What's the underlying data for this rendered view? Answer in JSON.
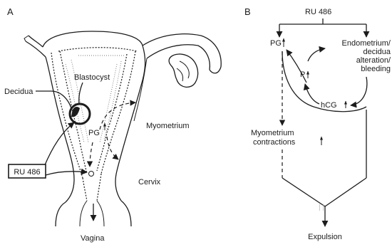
{
  "panel_a": {
    "panel_label": "A",
    "labels": {
      "blastocyst": "Blastocyst",
      "decidua": "Decidua",
      "pg": "PG",
      "myometrium": "Myometrium",
      "ru486": "RU 486",
      "cervix": "Cervix",
      "vagina": "Vagina"
    }
  },
  "panel_b": {
    "panel_label": "B",
    "labels": {
      "ru486": "RU 486",
      "pg": "PG",
      "endometrium_1": "Endometrium/",
      "endometrium_2": "decidua",
      "endometrium_3": "alteration/",
      "endometrium_4": "bleeding",
      "p": "P",
      "hcg": "hCG",
      "myometrium_1": "Myometrium",
      "myometrium_2": "contractions",
      "merge_mark": "| |",
      "expulsion": "Expulsion"
    }
  }
}
